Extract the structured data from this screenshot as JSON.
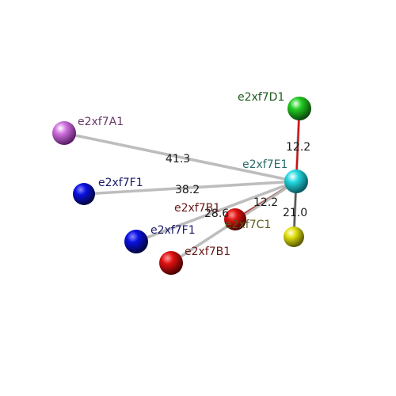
{
  "nodes": [
    {
      "id": "A1",
      "label": "e2xf7A1",
      "color": "#d070e0",
      "label_color": "#6a3a6a"
    },
    {
      "id": "D1",
      "label": "e2xf7D1",
      "color": "#22cc22",
      "label_color": "#1d5a1d"
    },
    {
      "id": "E1",
      "label": "e2xf7E1",
      "color": "#22d8e0",
      "label_color": "#2a6a6a"
    },
    {
      "id": "F1a",
      "label": "e2xf7F1",
      "color": "#0a10e0",
      "label_color": "#1a1a6a"
    },
    {
      "id": "B1a",
      "label": "e2xf7B1",
      "color": "#e01010",
      "label_color": "#6a1a1a"
    },
    {
      "id": "C1",
      "label": "e2xf7C1",
      "color": "#e0e010",
      "label_color": "#5a5a1a"
    },
    {
      "id": "F1b",
      "label": "e2xf7F1",
      "color": "#0a10e0",
      "label_color": "#1a1a6a"
    },
    {
      "id": "B1b",
      "label": "e2xf7B1",
      "color": "#e01010",
      "label_color": "#6a1a1a"
    }
  ],
  "edges": [
    {
      "id": "A1-E1",
      "distance": "41.3",
      "color": "#bdbdbd"
    },
    {
      "id": "F1a-E1",
      "distance": "38.2",
      "color": "#bdbdbd"
    },
    {
      "id": "D1-E1",
      "distance": "12.2",
      "color": "#cc1010"
    },
    {
      "id": "E1-C1",
      "distance": "21.0",
      "color": "#555555"
    },
    {
      "id": "E1-B1a",
      "distance": "12.2",
      "color": "#cc1010"
    },
    {
      "id": "E1-F1b",
      "distance": "28.6",
      "color": "#bdbdbd"
    },
    {
      "id": "E1-B1b",
      "distance": "",
      "color": "#bdbdbd"
    }
  ]
}
